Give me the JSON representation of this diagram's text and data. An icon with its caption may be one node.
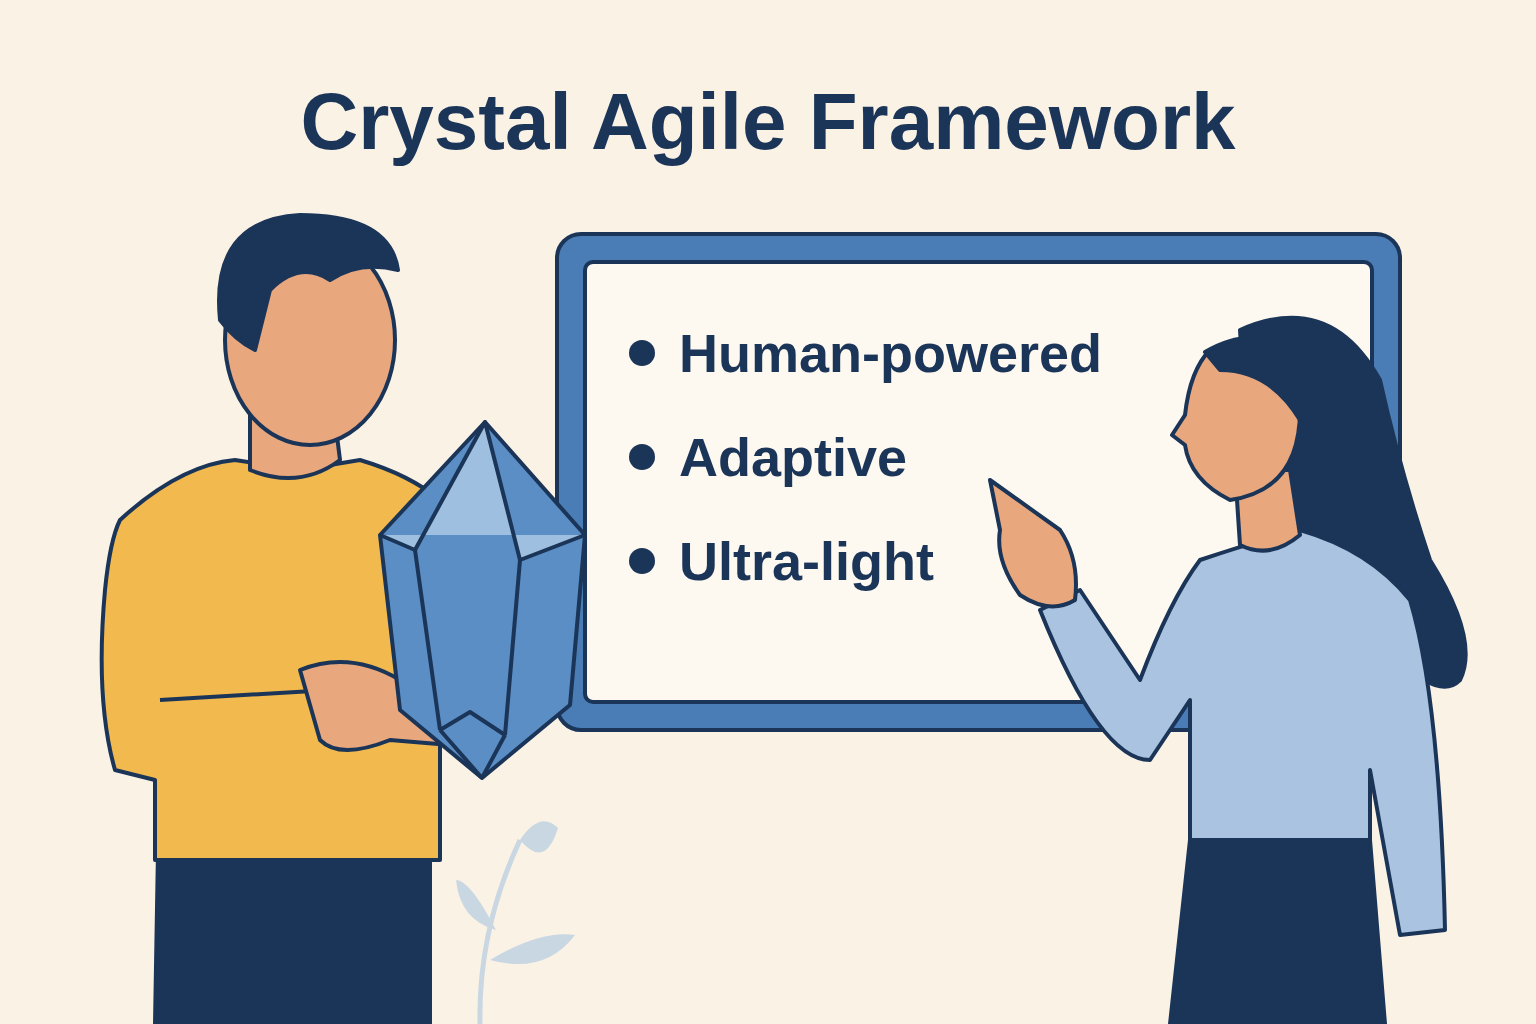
{
  "diagram": {
    "title": "Crystal Agile Framework",
    "nodes": [
      {
        "text": [
          "Human-powered",
          "Adaptive",
          "Ultra-light"
        ]
      }
    ]
  }
}
